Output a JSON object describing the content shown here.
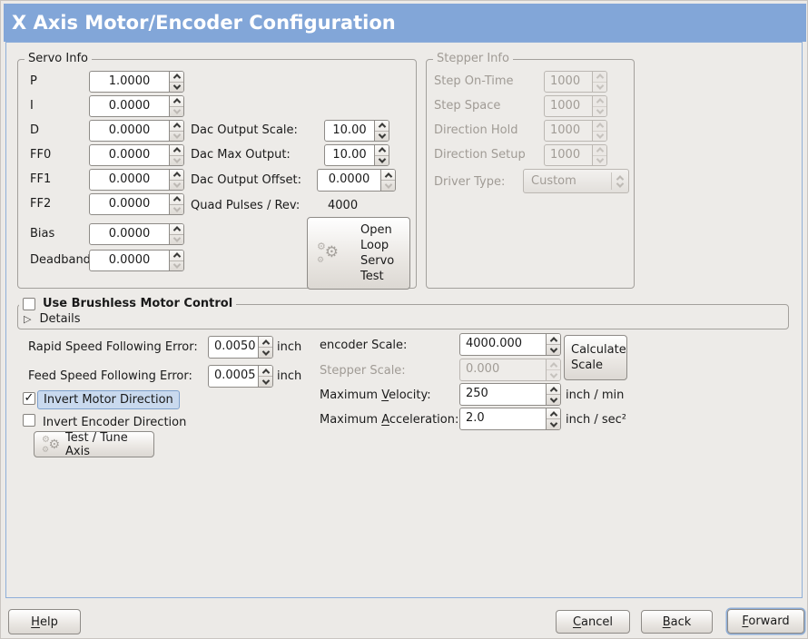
{
  "window": {
    "title": "X Axis Motor/Encoder Configuration"
  },
  "colors": {
    "titlebar": "#82a6d8",
    "content_border": "#8fafd9",
    "focus_highlight_bg": "#c9d9ee",
    "focus_highlight_border": "#7da0cc",
    "disabled_text": "#a09b95"
  },
  "icons": {
    "gear": "⚙",
    "check": "✓",
    "expander_triangle": "▷"
  },
  "servo_info": {
    "title": "Servo Info",
    "params": [
      {
        "label": "P",
        "value": "1.0000"
      },
      {
        "label": "I",
        "value": "0.0000"
      },
      {
        "label": "D",
        "value": "0.0000"
      },
      {
        "label": "FF0",
        "value": "0.0000"
      },
      {
        "label": "FF1",
        "value": "0.0000"
      },
      {
        "label": "FF2",
        "value": "0.0000"
      },
      {
        "label": "Bias",
        "value": "0.0000"
      },
      {
        "label": "Deadband",
        "value": "0.0000"
      }
    ],
    "dac_output_scale": {
      "label": "Dac Output Scale:",
      "value": "10.00"
    },
    "dac_max_output": {
      "label": "Dac Max Output:",
      "value": "10.00"
    },
    "dac_output_offset": {
      "label": "Dac Output Offset:",
      "value": "0.0000"
    },
    "quad_pulses": {
      "label": "Quad Pulses / Rev:",
      "value": "4000"
    },
    "open_loop_test_button": "Open\nLoop\nServo\nTest"
  },
  "stepper_info": {
    "title": "Stepper Info",
    "params": [
      {
        "label": "Step On-Time",
        "value": "1000"
      },
      {
        "label": "Step Space",
        "value": "1000"
      },
      {
        "label": "Direction Hold",
        "value": "1000"
      },
      {
        "label": "Direction Setup",
        "value": "1000"
      }
    ],
    "driver_type": {
      "label": "Driver Type:",
      "value": "Custom"
    }
  },
  "brushless": {
    "checkbox_label": "Use Brushless Motor Control",
    "checked": false,
    "details_label": "Details"
  },
  "following_error": {
    "rapid": {
      "label": "Rapid Speed Following Error:",
      "value": "0.0050",
      "unit": "inch"
    },
    "feed": {
      "label": "Feed Speed Following Error:",
      "value": "0.0005",
      "unit": "inch"
    }
  },
  "scales": {
    "encoder": {
      "label": "encoder Scale:",
      "value": "4000.000"
    },
    "stepper": {
      "label": "Stepper Scale:",
      "value": "0.000"
    },
    "calculate_button": "Calculate\nScale",
    "max_velocity": {
      "pre": "Maximum ",
      "mn": "V",
      "post": "elocity:",
      "value": "250",
      "unit": "inch / min"
    },
    "max_acceleration": {
      "pre": "Maximum ",
      "mn": "A",
      "post": "cceleration:",
      "value": "2.0",
      "unit": "inch / sec²"
    }
  },
  "direction": {
    "invert_motor": {
      "label": "Invert Motor Direction",
      "checked": true
    },
    "invert_encoder": {
      "label": "Invert Encoder Direction",
      "checked": false
    },
    "test_tune_button": "Test / Tune Axis"
  },
  "nav": {
    "help": {
      "mn": "H",
      "post": "elp"
    },
    "cancel": {
      "mn": "C",
      "post": "ancel"
    },
    "back": {
      "mn": "B",
      "post": "ack"
    },
    "forward": {
      "mn": "F",
      "post": "orward"
    }
  }
}
